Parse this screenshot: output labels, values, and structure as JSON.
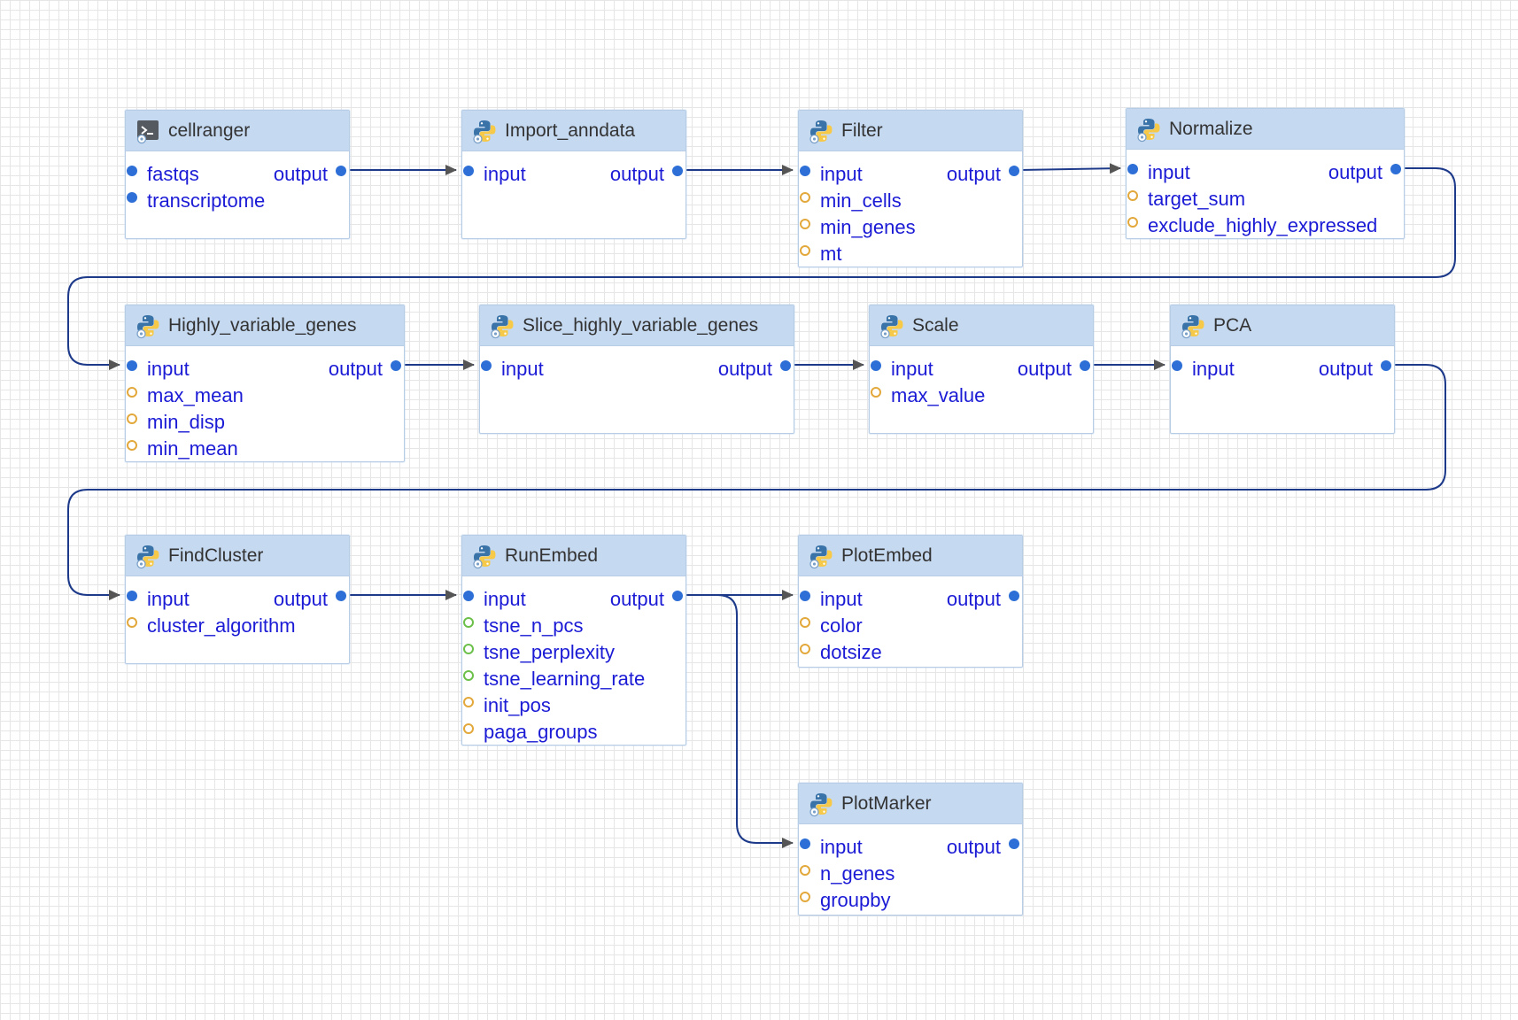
{
  "colors": {
    "header": "#c5d9f1",
    "wire": "#1d3a8a",
    "arrow": "#555555",
    "port_text": "#1b1bd6",
    "required_port": "#2d6fd6",
    "optional_port": "#e3a83b",
    "optional_port_green": "#6cc04a"
  },
  "nodes": [
    {
      "id": "cellranger",
      "title": "cellranger",
      "icon": "terminal-icon",
      "inputs": [
        {
          "name": "fastqs",
          "kind": "required"
        },
        {
          "name": "transcriptome",
          "kind": "required"
        }
      ],
      "output": "output"
    },
    {
      "id": "import_anndata",
      "title": "Import_anndata",
      "icon": "python-icon",
      "inputs": [
        {
          "name": "input",
          "kind": "required"
        }
      ],
      "output": "output"
    },
    {
      "id": "filter",
      "title": "Filter",
      "icon": "python-icon",
      "inputs": [
        {
          "name": "input",
          "kind": "required"
        },
        {
          "name": "min_cells",
          "kind": "optional"
        },
        {
          "name": "min_genes",
          "kind": "optional"
        },
        {
          "name": "mt",
          "kind": "optional"
        }
      ],
      "output": "output"
    },
    {
      "id": "normalize",
      "title": "Normalize",
      "icon": "python-icon",
      "inputs": [
        {
          "name": "input",
          "kind": "required"
        },
        {
          "name": "target_sum",
          "kind": "optional"
        },
        {
          "name": "exclude_highly_expressed",
          "kind": "optional"
        }
      ],
      "output": "output"
    },
    {
      "id": "highly_variable_genes",
      "title": "Highly_variable_genes",
      "icon": "python-icon",
      "inputs": [
        {
          "name": "input",
          "kind": "required"
        },
        {
          "name": "max_mean",
          "kind": "optional"
        },
        {
          "name": "min_disp",
          "kind": "optional"
        },
        {
          "name": "min_mean",
          "kind": "optional"
        }
      ],
      "output": "output"
    },
    {
      "id": "slice_highly_variable_genes",
      "title": "Slice_highly_variable_genes",
      "icon": "python-icon",
      "inputs": [
        {
          "name": "input",
          "kind": "required"
        }
      ],
      "output": "output"
    },
    {
      "id": "scale",
      "title": "Scale",
      "icon": "python-icon",
      "inputs": [
        {
          "name": "input",
          "kind": "required"
        },
        {
          "name": "max_value",
          "kind": "optional"
        }
      ],
      "output": "output"
    },
    {
      "id": "pca",
      "title": "PCA",
      "icon": "python-icon",
      "inputs": [
        {
          "name": "input",
          "kind": "required"
        }
      ],
      "output": "output"
    },
    {
      "id": "findcluster",
      "title": "FindCluster",
      "icon": "python-icon",
      "inputs": [
        {
          "name": "input",
          "kind": "required"
        },
        {
          "name": "cluster_algorithm",
          "kind": "optional"
        }
      ],
      "output": "output"
    },
    {
      "id": "runembed",
      "title": "RunEmbed",
      "icon": "python-icon",
      "inputs": [
        {
          "name": "input",
          "kind": "required"
        },
        {
          "name": "tsne_n_pcs",
          "kind": "optional-green"
        },
        {
          "name": "tsne_perplexity",
          "kind": "optional-green"
        },
        {
          "name": "tsne_learning_rate",
          "kind": "optional-green"
        },
        {
          "name": "init_pos",
          "kind": "optional"
        },
        {
          "name": "paga_groups",
          "kind": "optional"
        }
      ],
      "output": "output"
    },
    {
      "id": "plotembed",
      "title": "PlotEmbed",
      "icon": "python-icon",
      "inputs": [
        {
          "name": "input",
          "kind": "required"
        },
        {
          "name": "color",
          "kind": "optional"
        },
        {
          "name": "dotsize",
          "kind": "optional"
        }
      ],
      "output": "output"
    },
    {
      "id": "plotmarker",
      "title": "PlotMarker",
      "icon": "python-icon",
      "inputs": [
        {
          "name": "input",
          "kind": "required"
        },
        {
          "name": "n_genes",
          "kind": "optional"
        },
        {
          "name": "groupby",
          "kind": "optional"
        }
      ],
      "output": "output"
    }
  ],
  "edges": [
    [
      "cellranger",
      "import_anndata"
    ],
    [
      "import_anndata",
      "filter"
    ],
    [
      "filter",
      "normalize"
    ],
    [
      "normalize",
      "highly_variable_genes"
    ],
    [
      "highly_variable_genes",
      "slice_highly_variable_genes"
    ],
    [
      "slice_highly_variable_genes",
      "scale"
    ],
    [
      "scale",
      "pca"
    ],
    [
      "pca",
      "findcluster"
    ],
    [
      "findcluster",
      "runembed"
    ],
    [
      "runembed",
      "plotembed"
    ],
    [
      "runembed",
      "plotmarker"
    ]
  ]
}
